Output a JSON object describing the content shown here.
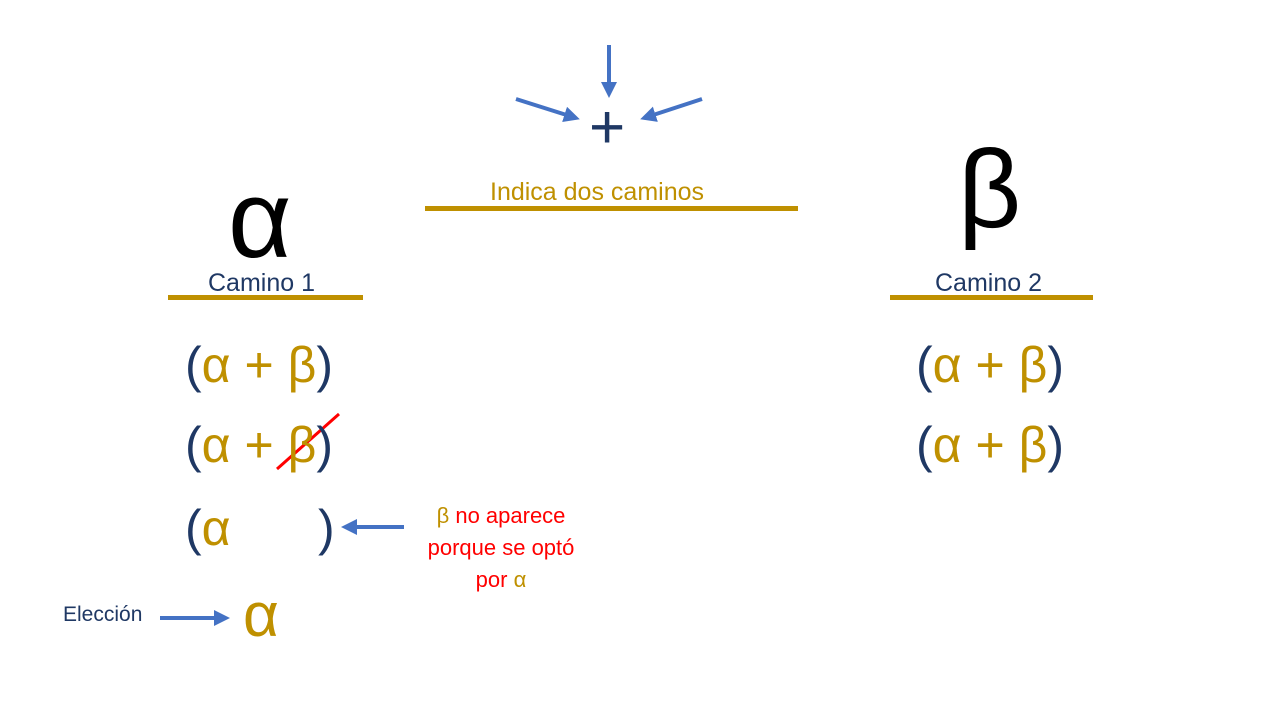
{
  "header": {
    "plus_symbol": "+",
    "plus_caption": "Indica dos caminos"
  },
  "path1": {
    "symbol": "α",
    "label": "Camino 1",
    "expressions": [
      {
        "open": "(",
        "alpha": "α",
        "plus": "+",
        "beta": "β",
        "close": ")"
      },
      {
        "open": "(",
        "alpha": "α",
        "plus": "+",
        "beta": "β",
        "close": ")",
        "beta_crossed": true
      },
      {
        "open": "(",
        "alpha": "α",
        "close": ")"
      }
    ],
    "note": {
      "line1_symbol": "β",
      "line1_text": " no aparece",
      "line2_text": "porque se optó",
      "line3_text": "por ",
      "line3_symbol": "α"
    },
    "choice_label": "Elección",
    "choice_symbol": "α"
  },
  "path2": {
    "symbol": "β",
    "label": "Camino 2",
    "expressions": [
      {
        "open": "(",
        "alpha": "α",
        "plus": "+",
        "beta": "β",
        "close": ")"
      },
      {
        "open": "(",
        "alpha": "α",
        "plus": "+",
        "beta": "β",
        "close": ")"
      }
    ]
  },
  "colors": {
    "gold": "#BF9000",
    "navy": "#1F3864",
    "arrow_blue": "#4472C4",
    "strike_red": "#FF0000"
  },
  "icons": [
    "arrow-down-icon",
    "arrow-right-icon",
    "arrow-left-icon"
  ]
}
